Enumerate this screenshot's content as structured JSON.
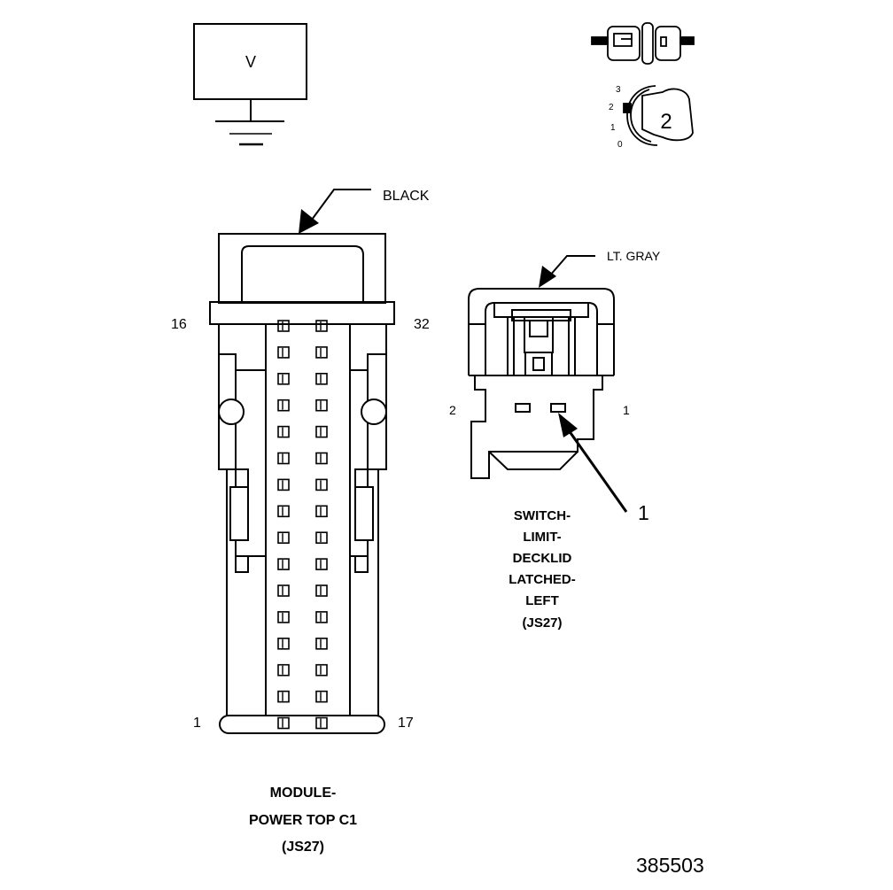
{
  "meter": {
    "symbol": "V"
  },
  "key_icon": {
    "position_labels": [
      "3",
      "2",
      "1",
      "0"
    ],
    "selected_position": "2"
  },
  "connector_c1": {
    "color_label": "BLACK",
    "pin_labels": {
      "top_left": "16",
      "top_right": "32",
      "bottom_left": "1",
      "bottom_right": "17"
    },
    "name_lines": [
      "MODULE-",
      "POWER TOP C1",
      "(JS27)"
    ]
  },
  "connector_switch": {
    "color_label": "LT. GRAY",
    "pin_labels": {
      "left": "2",
      "right": "1"
    },
    "callout": "1",
    "name_lines": [
      "SWITCH-",
      "LIMIT-",
      "DECKLID",
      "LATCHED-",
      "LEFT",
      "(JS27)"
    ]
  },
  "figure_number": "385503"
}
